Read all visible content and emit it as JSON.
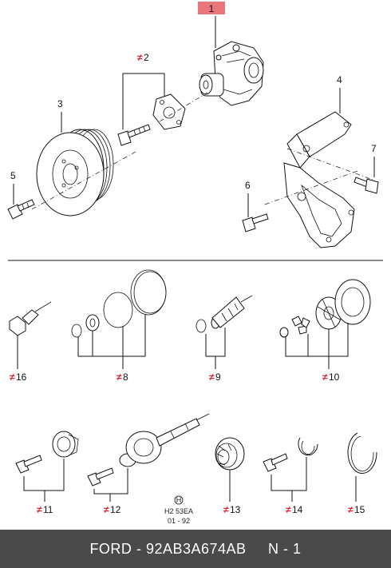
{
  "highlight_color": "#e8767b",
  "mark_color": "#e0202a",
  "footer_bg": "#4a4a4a",
  "callouts": {
    "p1": "1",
    "p2": "2",
    "p3": "3",
    "p4": "4",
    "p5": "5",
    "p6": "6",
    "p7": "7",
    "p8": "8",
    "p9": "9",
    "p10": "10",
    "p11": "11",
    "p12": "12",
    "p13": "13",
    "p14": "14",
    "p15": "15",
    "p16": "16"
  },
  "modified_mark": "≠",
  "stamp": {
    "symbol": "H",
    "code": "H2 53EA",
    "date": "01 - 92"
  },
  "footer": {
    "brand": "FORD",
    "separator": " - ",
    "part_number": "92AB3A674AB",
    "gap": "     ",
    "page": "N - 1"
  }
}
